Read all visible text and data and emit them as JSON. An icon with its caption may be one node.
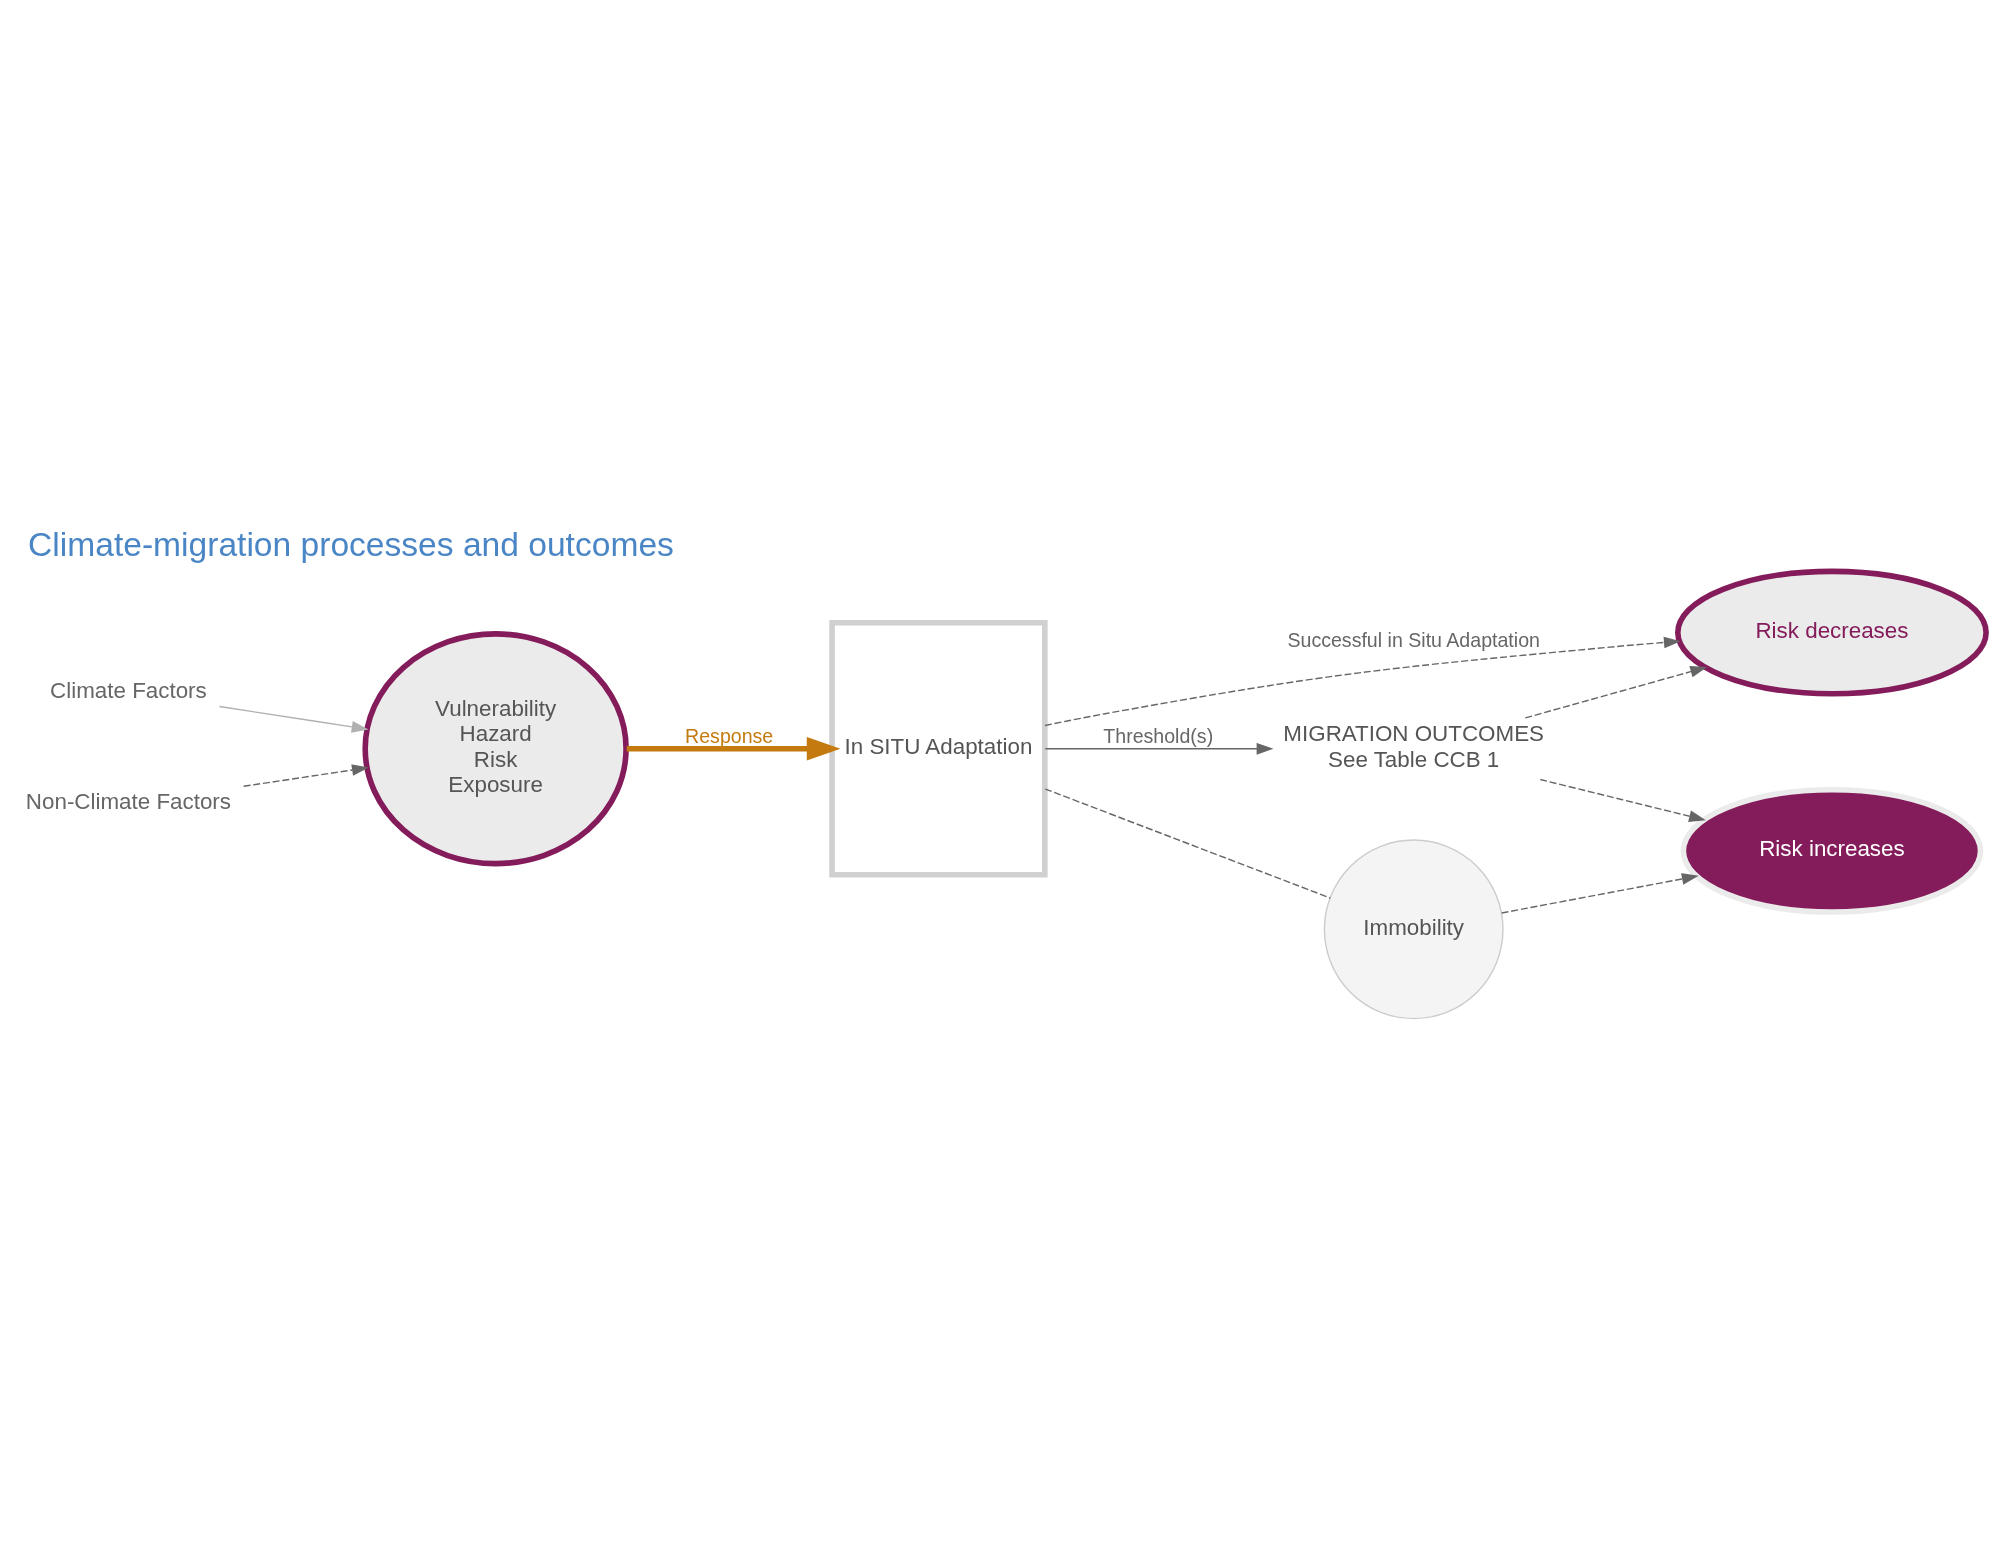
{
  "diagram": {
    "title": "Climate-migration processes and outcomes",
    "nodes": [
      {
        "text": [
          "Climate Factors"
        ]
      },
      {
        "text": [
          "Non-Climate Factors"
        ]
      },
      {
        "text": [
          "Vulnerability",
          "Hazard",
          "Risk",
          "Exposure"
        ]
      },
      {
        "text": [
          "In SITU Adaptation"
        ]
      },
      {
        "text": [
          "MIGRATION OUTCOMES",
          "See Table CCB 1"
        ]
      },
      {
        "text": [
          "Risk decreases"
        ]
      },
      {
        "text": [
          "Risk increases"
        ]
      },
      {
        "text": [
          "Immobility"
        ]
      }
    ],
    "edges": [
      {
        "from": 0,
        "to": 2,
        "arrow": "to",
        "color": "#b0b0b0"
      },
      {
        "from": 1,
        "to": 2,
        "arrow": "to",
        "style": "dashed"
      },
      {
        "from": 2,
        "to": 3,
        "arrow": "to",
        "label": "Response",
        "style": "thick",
        "color": "#c47a0e"
      },
      {
        "from": 3,
        "to": 5,
        "arrow": "to",
        "label": "Successful in Situ Adaptation",
        "style": "dashed"
      },
      {
        "from": 3,
        "to": 4,
        "arrow": "to",
        "label": "Threshold(s)"
      },
      {
        "from": 4,
        "to": 5,
        "arrow": "to",
        "style": "dashed"
      },
      {
        "from": 4,
        "to": 6,
        "arrow": "to",
        "style": "dashed"
      },
      {
        "from": 3,
        "to": 7,
        "arrow": "none",
        "style": "dashed"
      },
      {
        "from": 7,
        "to": 6,
        "arrow": "to",
        "style": "dashed"
      }
    ]
  }
}
